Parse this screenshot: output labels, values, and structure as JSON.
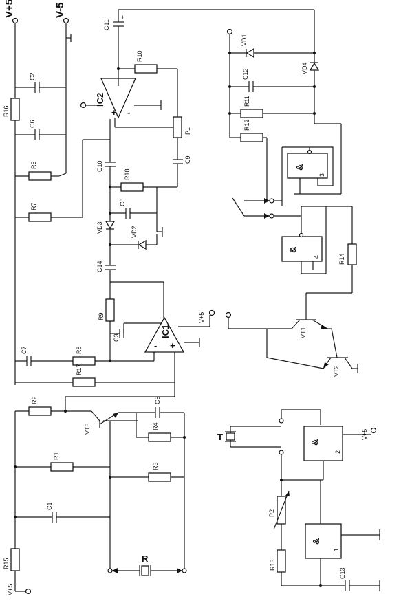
{
  "supply": {
    "vplus": "V+5",
    "vminus": "V-5",
    "v5": "V+5"
  },
  "resistors": {
    "r1": "R1",
    "r2": "R2",
    "r3": "R3",
    "r4": "R4",
    "r5": "R5",
    "r7": "R7",
    "r8": "R8",
    "r9": "R9",
    "r10": "R10",
    "r11": "R11",
    "r12": "R12",
    "r13": "R13",
    "r14": "R14",
    "r15": "R15",
    "r16": "R16",
    "r17": "R17",
    "r18": "R18",
    "p1": "P1",
    "p2": "P2"
  },
  "capacitors": {
    "c1": "C1",
    "c2": "C2",
    "c3": "C3",
    "c5": "C5",
    "c6": "C6",
    "c7": "C7",
    "c8": "C8",
    "c9": "C9",
    "c10": "C10",
    "c11": "C11",
    "c12": "C12",
    "c13": "C13",
    "c14": "C14"
  },
  "diodes": {
    "vd1": "VD1",
    "vd2": "VD2",
    "vd3": "VD3",
    "vd4": "VD4"
  },
  "amplifiers": {
    "ic1": "IC1",
    "ic2": "IC2"
  },
  "transistors": {
    "vt1": "VT1",
    "vt2": "VT2",
    "vt3": "VT3"
  },
  "gates": {
    "sym": "&",
    "g1": "1",
    "g2": "2",
    "g3": "3",
    "g4": "4"
  },
  "misc": {
    "r": "R",
    "t": "T",
    "plus": "+",
    "minus": "-"
  }
}
